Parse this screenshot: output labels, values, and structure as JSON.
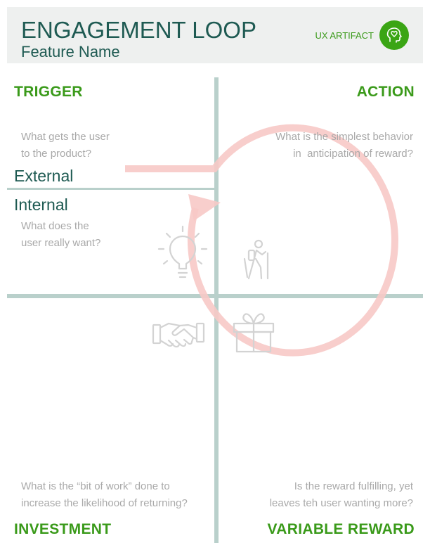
{
  "header": {
    "title": "ENGAGEMENT LOOP",
    "subtitle": "Feature Name",
    "ux_label": "UX ARTIFACT",
    "badge_icon": "head-heart-icon"
  },
  "quadrants": {
    "trigger": {
      "label": "TRIGGER",
      "question_lines": [
        "What gets the user",
        "to the product?"
      ],
      "external_label": "External",
      "internal_label": "Internal",
      "internal_question_lines": [
        "What does the",
        "user really want?"
      ],
      "icon": "lightbulb-icon"
    },
    "action": {
      "label": "ACTION",
      "question_lines": [
        "What is the simplest behavior",
        "in  anticipation of reward?"
      ],
      "icon": "hiker-icon"
    },
    "investment": {
      "label": "INVESTMENT",
      "question_lines": [
        "What is the “bit of work” done to",
        "increase the likelihood of returning?"
      ],
      "icon": "handshake-icon"
    },
    "variable_reward": {
      "label": "VARIABLE REWARD",
      "question_lines": [
        "Is the reward fulfilling, yet",
        "leaves teh user wanting more?"
      ],
      "icon": "gift-icon"
    }
  },
  "colors": {
    "brand_dark": "#1e5a52",
    "accent_green": "#3a9a1a",
    "divider": "#b9d0cb",
    "loop_arrow": "#f7c9c6",
    "question_gray": "#a9a9a9"
  }
}
